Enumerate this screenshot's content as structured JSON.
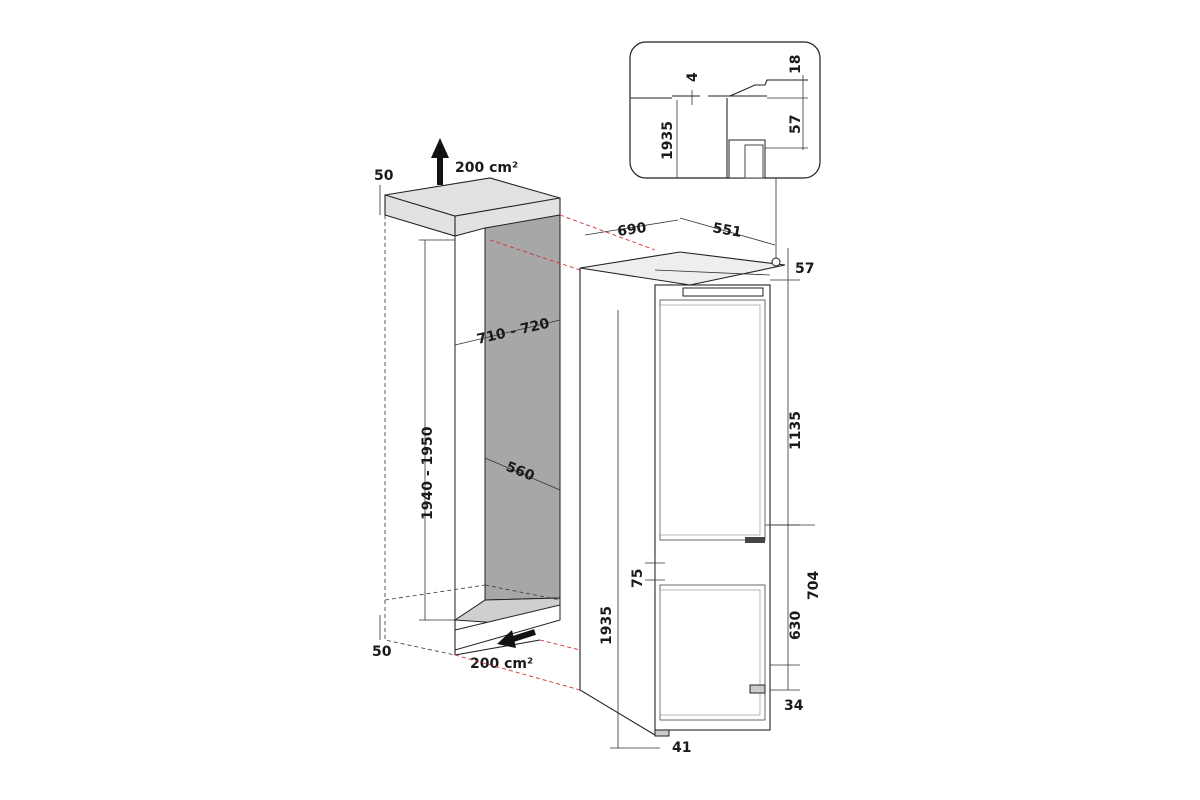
{
  "colors": {
    "niche_fill": "#a7a7a7",
    "slab_fill": "#e2e2e2",
    "guide_red": "#d0302f",
    "line": "#222222"
  },
  "icons": [
    "arrow-up-icon",
    "arrow-diagonal-icon"
  ],
  "cabinet": {
    "top_clearance": "50",
    "top_vent": "200 cm²",
    "niche_depth": "710 - 720",
    "niche_height": "1940 - 1950",
    "niche_width": "560",
    "bottom_clearance": "50",
    "bottom_vent": "200 cm²"
  },
  "appliance": {
    "depth": "690",
    "width": "551",
    "top_gap": "57",
    "upper_door": "1135",
    "door_gap": "75",
    "lower_section": "704",
    "lower_door": "630",
    "total_height": "1935",
    "foot_height": "34",
    "foot_depth": "41"
  },
  "inset": {
    "gap": "4",
    "top_offset": "18",
    "height": "1935",
    "hinge_drop": "57"
  }
}
